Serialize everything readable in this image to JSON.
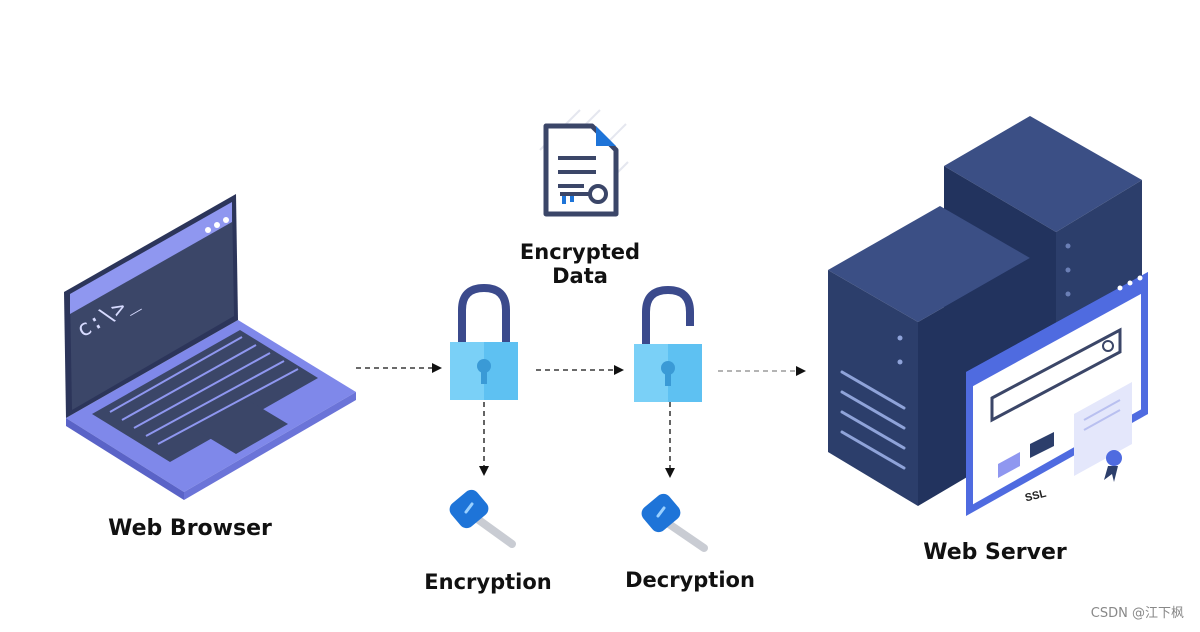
{
  "nodes": {
    "browser": "Web Browser",
    "encrypted_data": [
      "Encrypted",
      "Data"
    ],
    "encryption": "Encryption",
    "decryption": "Decryption",
    "server": "Web Server"
  },
  "terminal_prompt": "c:\\>_",
  "ssl_badge": "SSL",
  "watermark": "CSDN @江下枫",
  "colors": {
    "laptop_body": "#8f97f0",
    "laptop_screen": "#3b4668",
    "server_dark": "#2c3e6b",
    "lock_blue": "#5ec1f2",
    "lock_shackle": "#3b4a8c",
    "key_blue": "#1e74d8",
    "arrow": "#111111"
  },
  "icons": [
    "laptop-icon",
    "document-key-icon",
    "closed-lock-icon",
    "open-lock-icon",
    "key-icon",
    "server-icon",
    "ssl-certificate-icon"
  ]
}
